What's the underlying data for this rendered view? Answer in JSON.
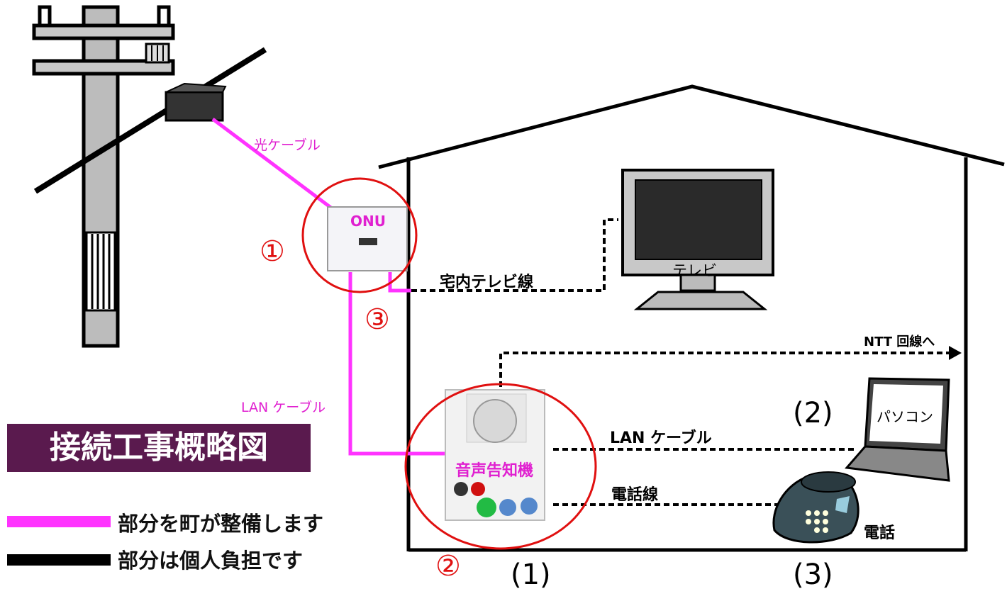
{
  "title": "接続工事概略図",
  "labels": {
    "fiber_cable": "光ケーブル",
    "onu": "ONU",
    "home_tv_line": "宅内テレビ線",
    "tv": "テレビ",
    "ntt_line": "NTT 回線へ",
    "lan_cable_outdoor": "LAN ケーブル",
    "lan_cable_indoor": "LAN ケーブル",
    "announcer": "音声告知機",
    "pc": "パソコン",
    "phone_line": "電話線",
    "phone": "電話"
  },
  "markers": {
    "m1": "①",
    "m2": "②",
    "m3": "③"
  },
  "numbers": {
    "n1": "(1)",
    "n2": "(2)",
    "n3": "(3)"
  },
  "legend": [
    {
      "color": "#ff33ff",
      "text": "部分を町が整備します"
    },
    {
      "color": "#000000",
      "text": "部分は個人負担です"
    }
  ],
  "colors": {
    "town_line": "#ff33ff",
    "title_bg": "#5a1a4e",
    "marker": "#e01010"
  }
}
